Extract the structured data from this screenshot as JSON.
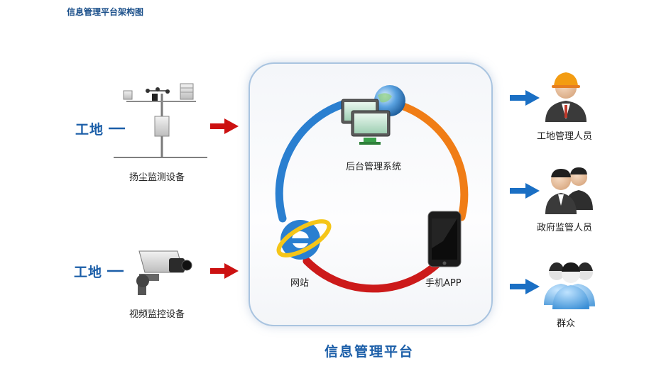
{
  "page": {
    "heading": "信息管理平台架构图"
  },
  "sources": [
    {
      "site_label": "工地",
      "device_caption": "扬尘监测设备",
      "icon": "weather-station-icon"
    },
    {
      "site_label": "工地",
      "device_caption": "视频监控设备",
      "icon": "cctv-camera-icon"
    }
  ],
  "platform": {
    "title": "信息管理平台",
    "nodes": [
      {
        "label": "后台管理系统",
        "icon": "server-globe-icon"
      },
      {
        "label": "网站",
        "icon": "internet-explorer-icon"
      },
      {
        "label": "手机APP",
        "icon": "smartphone-icon"
      }
    ],
    "ring_colors": {
      "left": "#2a7fd0",
      "right": "#f07d16",
      "bottom": "#cc1a1a"
    }
  },
  "audiences": [
    {
      "label": "工地管理人员",
      "icon": "construction-worker-icon"
    },
    {
      "label": "政府监管人员",
      "icon": "government-officials-icon"
    },
    {
      "label": "群众",
      "icon": "public-crowd-icon"
    }
  ],
  "colors": {
    "input_arrow": "#cc1111",
    "output_arrow": "#1a6fc4",
    "heading": "#1a4f8a",
    "label": "#1b5ea8"
  }
}
